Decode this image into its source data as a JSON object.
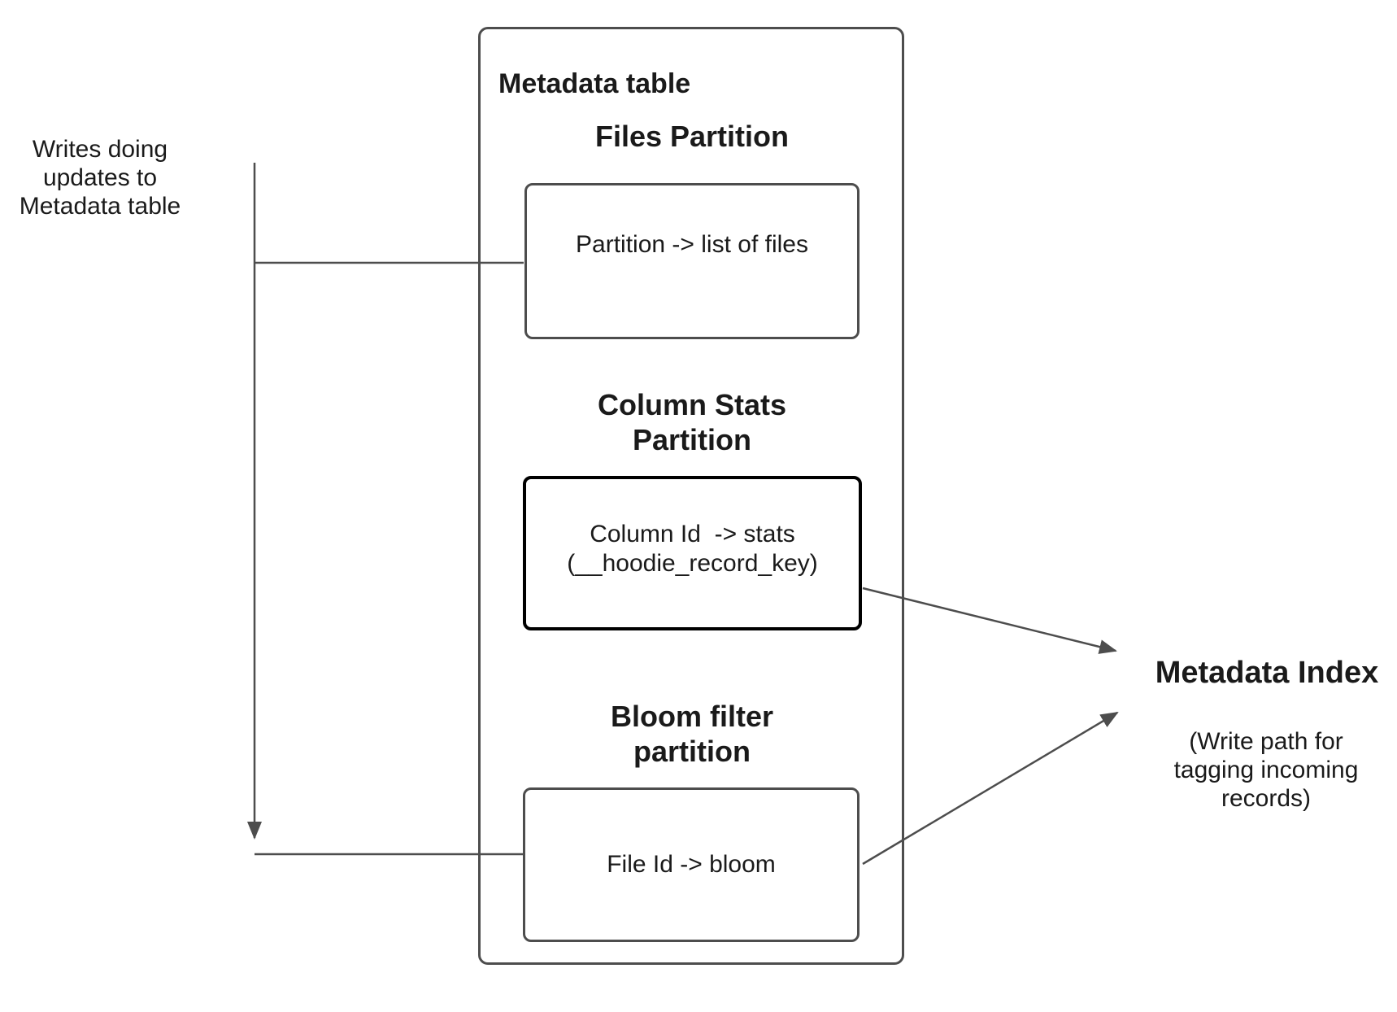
{
  "diagram": {
    "left_note": "Writes doing\nupdates to\nMetadata table",
    "metadata_table": {
      "title": "Metadata table",
      "partitions": [
        {
          "heading": "Files Partition",
          "body": "Partition -> list of files"
        },
        {
          "heading": "Column Stats\nPartition",
          "body": "Column Id  -> stats\n(__hoodie_record_key)"
        },
        {
          "heading": "Bloom filter\npartition",
          "body": "File Id -> bloom"
        }
      ]
    },
    "metadata_index": {
      "title": "Metadata Index",
      "subtitle": "(Write path for\ntagging incoming\nrecords)"
    },
    "colors": {
      "border_gray": "#4d4d4d",
      "border_black": "#000000",
      "line": "#4d4d4d",
      "text": "#1a1a1a"
    }
  }
}
